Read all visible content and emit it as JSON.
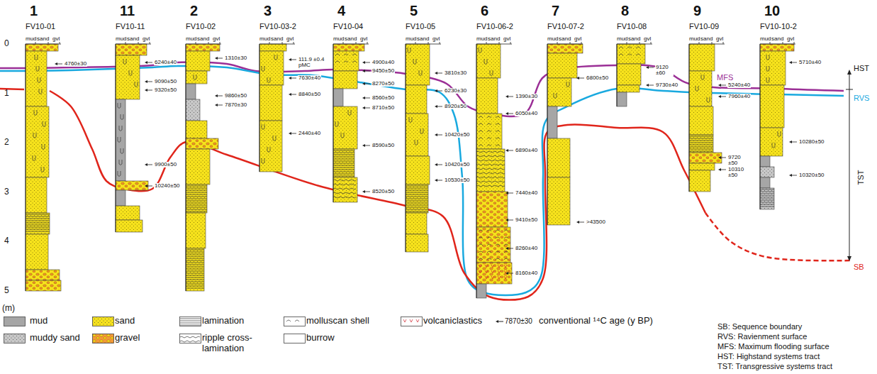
{
  "diagram": {
    "labels": [
      "0",
      "1",
      "2",
      "3",
      "4",
      "5",
      "(m)",
      "1",
      "FV10-01",
      "mud",
      "sand",
      "gvl",
      "4760±30",
      "11",
      "FV10-11",
      "mud",
      "sand",
      "gvl",
      "6240±40",
      "9090±50",
      "9320±50",
      "9900±50",
      "10240±50",
      "2",
      "FV10-02",
      "mud",
      "sand",
      "gvl",
      "1310±30",
      "9860±50",
      "7870±30",
      "3",
      "FV10-03-2",
      "mud",
      "sand",
      "gvl",
      "111.9 ±0.4 pMC",
      "7630±40",
      "8840±50",
      "2440±40",
      "4",
      "FV10-04",
      "mud",
      "sand",
      "gvl",
      "4900±40",
      "9450±50",
      "8270±50",
      "8560±50",
      "8710±50",
      "8590±50",
      "8520±50",
      "5",
      "FV10-05",
      "mud",
      "sand",
      "gvl",
      "3810±30",
      "6230±30",
      "8920±50",
      "10420±50",
      "10420±50",
      "10530±50",
      "6",
      "FV10-06-2",
      "mud",
      "sand",
      "gvl",
      "1390±30",
      "6050±40",
      "6890±40",
      "7440±40",
      "9410±50",
      "8260±40",
      "8160±40",
      "7",
      "FV10-07-2",
      "mud",
      "sand",
      "gvl",
      "6800±50",
      ">43500",
      "8",
      "FV10-08",
      "mud",
      "sand",
      "gvl",
      "9120 ±60",
      "9730±40",
      "9",
      "FV10-09",
      "mud",
      "sand",
      "gvl",
      "5240±40",
      "7960±40",
      "9720 ±50",
      "10310 ±50",
      "10",
      "FV10-10-2",
      "mud",
      "sand",
      "gvl",
      "5710±40",
      "10280±50",
      "10320±50",
      "MFS",
      "HST",
      "RVS",
      "TST",
      "SB",
      "7870±30",
      "SB: Sequence boundary",
      "RVS: Ravienment surface",
      "MFS: Maximum flooding surface",
      "HST: Highstand systems tract",
      "TST: Transgressive systems tract"
    ],
    "legend": [
      {
        "text": "mud",
        "color": "#a6a6a6"
      },
      {
        "text": "sand",
        "color": "#f6e21c"
      },
      {
        "text": "lamination"
      },
      {
        "text": "molluscan shell"
      },
      {
        "text": "volcaniclastics"
      },
      {
        "text": "conventional ¹⁴C age (y BP)"
      },
      {
        "text": "muddy sand",
        "color": "#c8c8c8"
      },
      {
        "text": "gravel",
        "color": "#f29a38"
      },
      {
        "text": "ripple cross-lamination"
      },
      {
        "text": "burrow"
      }
    ]
  }
}
